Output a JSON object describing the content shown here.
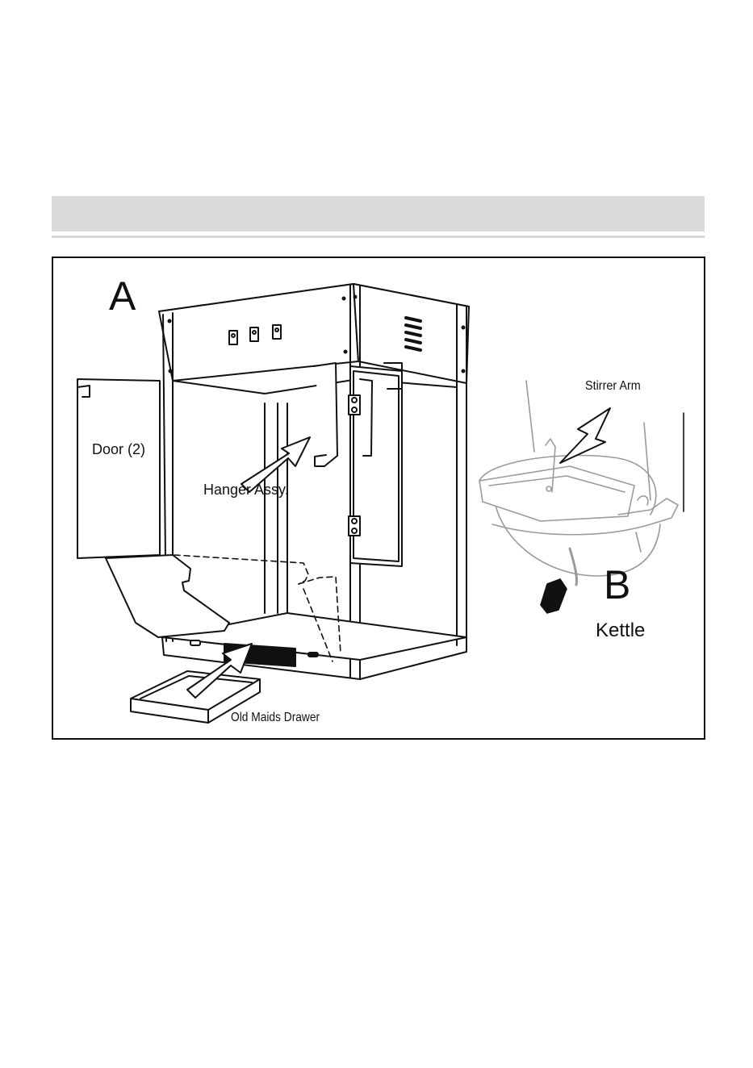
{
  "labels": {
    "figure_a": "A",
    "figure_b": "B",
    "door": "Door (2)",
    "hanger": "Hanger Assy.",
    "stirrer": "Stirrer Arm",
    "drawer": "Old Maids Drawer",
    "kettle": "Kettle"
  },
  "colors": {
    "header_bar": "#d9d9d9",
    "line": "#111111",
    "kettle_line": "#9a9a9a"
  }
}
